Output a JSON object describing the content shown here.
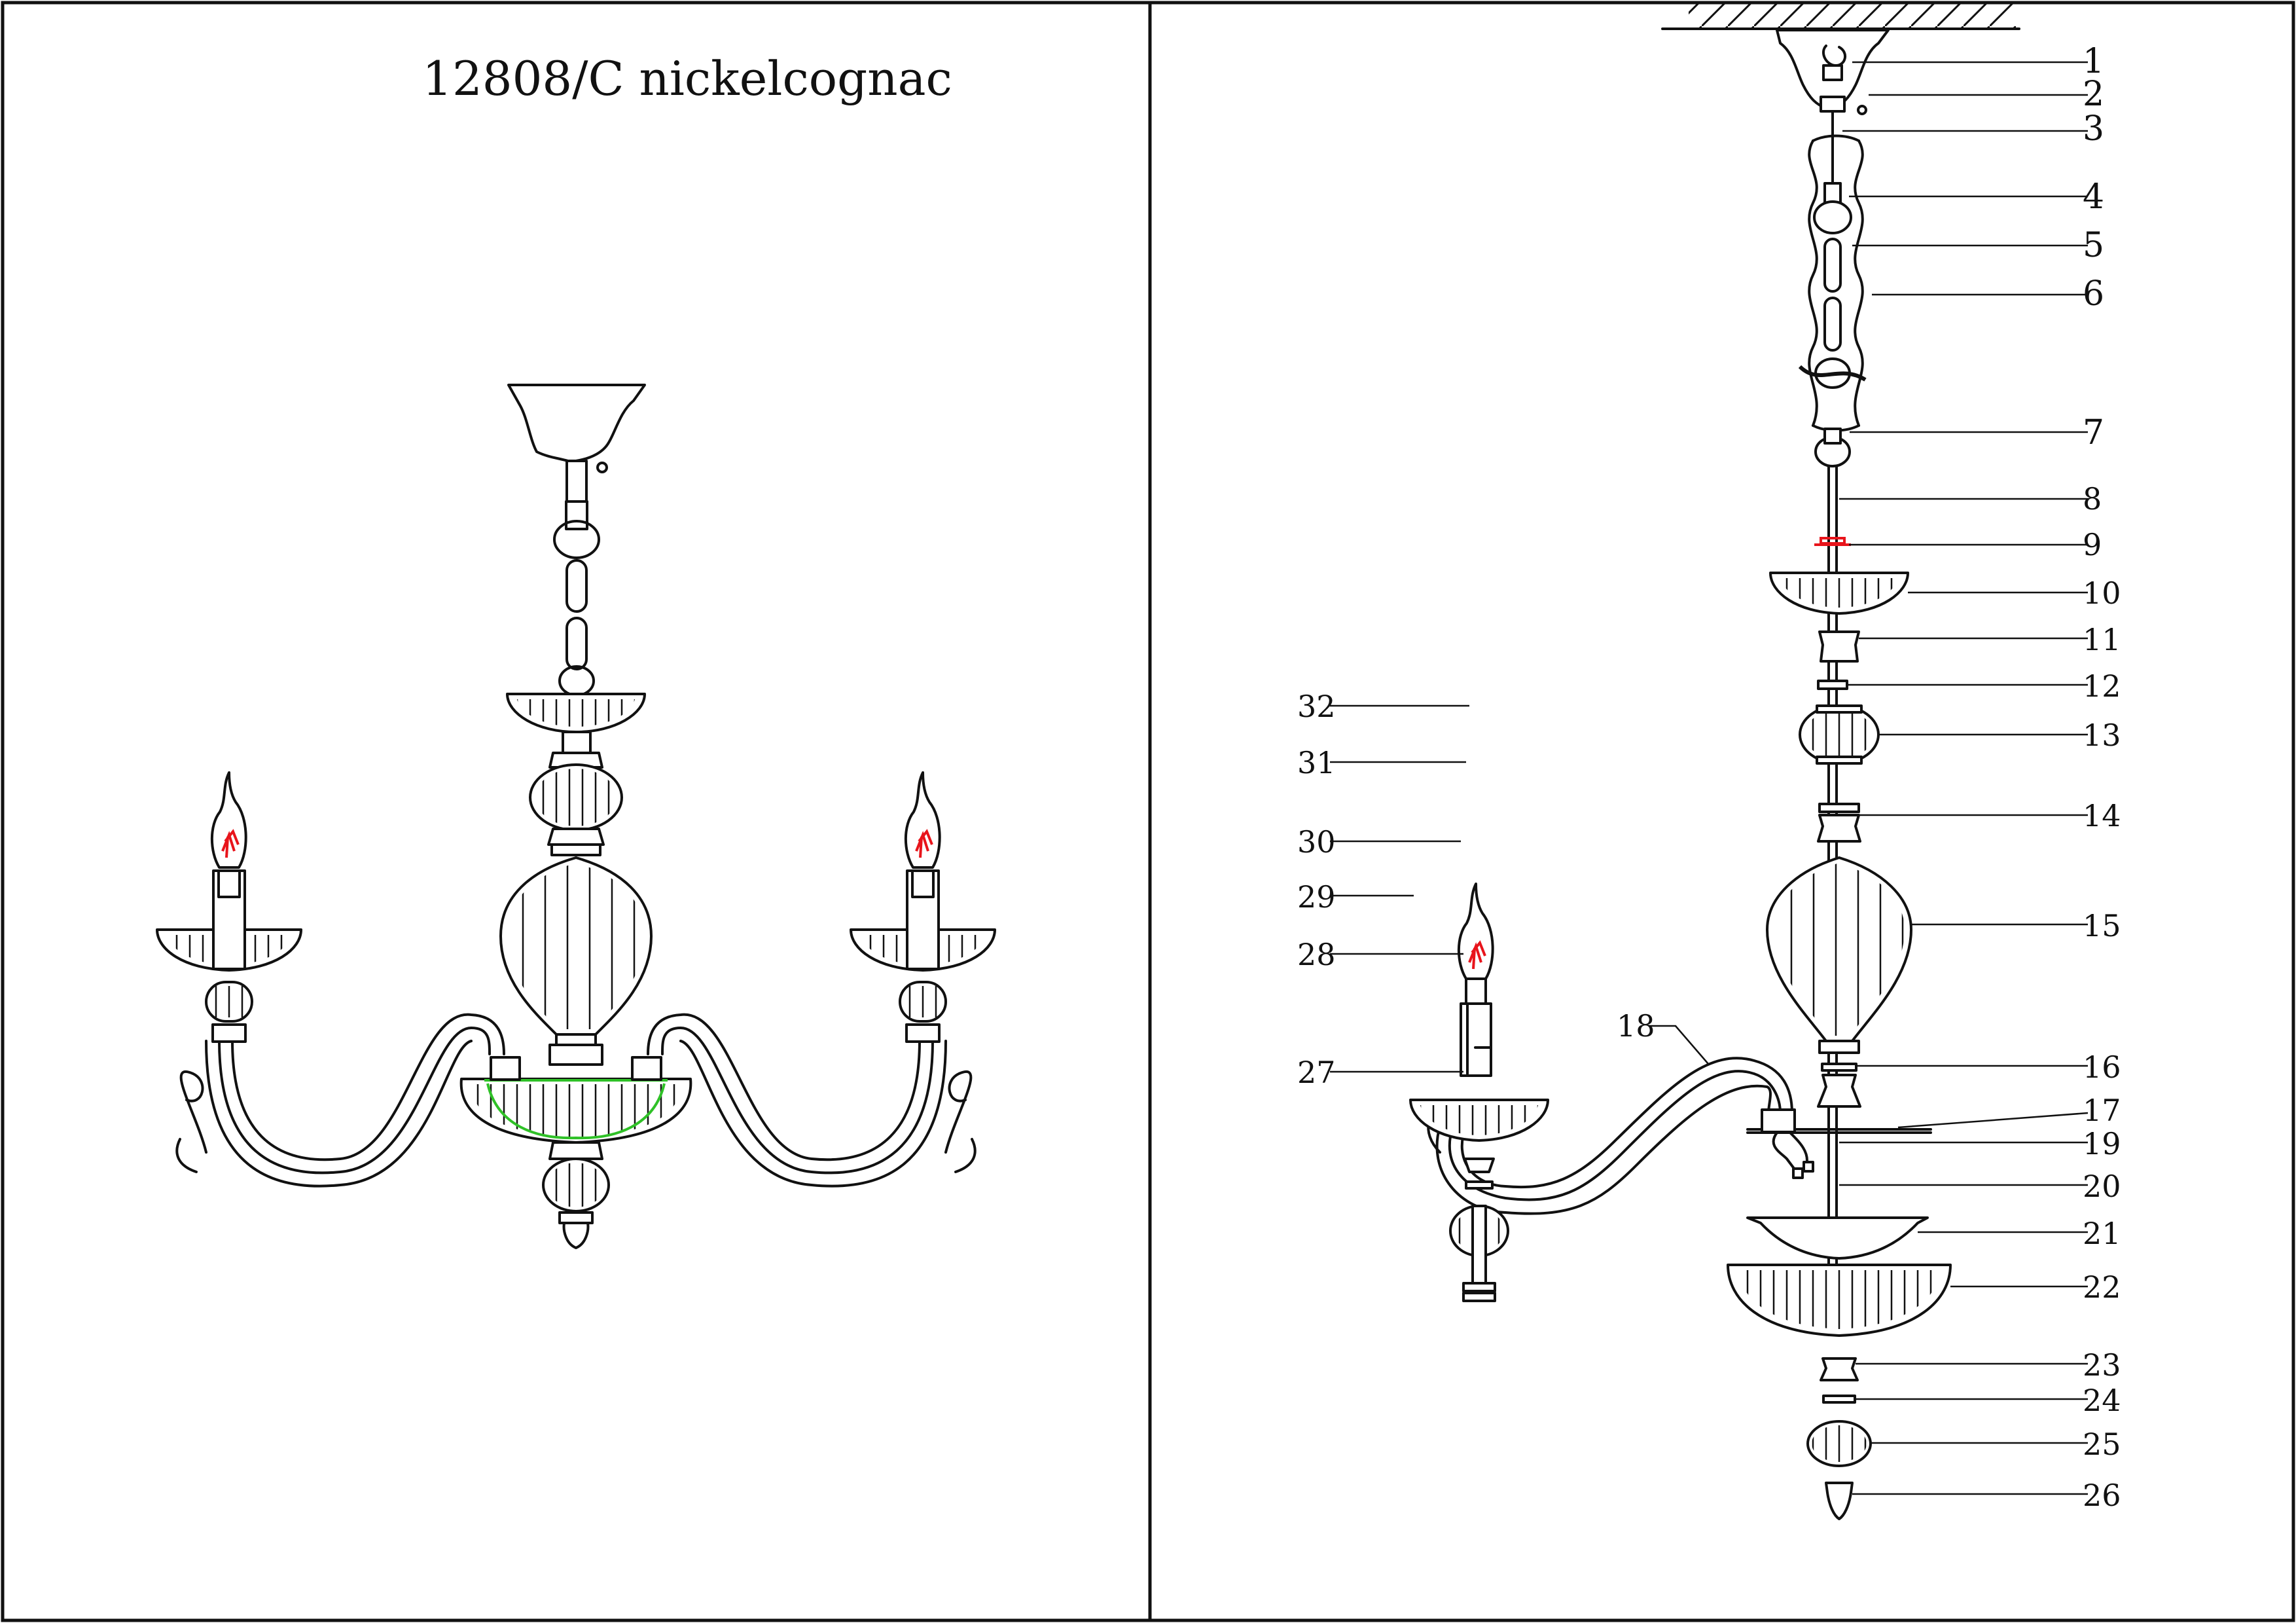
{
  "title": "12808/C nickelcognac",
  "labels": [
    "1",
    "2",
    "3",
    "4",
    "5",
    "6",
    "7",
    "8",
    "9",
    "10",
    "11",
    "12",
    "13",
    "14",
    "15",
    "16",
    "17",
    "18",
    "19",
    "20",
    "21",
    "22",
    "23",
    "24",
    "25",
    "26",
    "27",
    "28",
    "29",
    "30",
    "31",
    "32"
  ],
  "colors": {
    "line": "#111111",
    "bulb_filament": "#e8141b",
    "arm_highlight": "#2fc127",
    "part9_accent": "#e8141b"
  }
}
